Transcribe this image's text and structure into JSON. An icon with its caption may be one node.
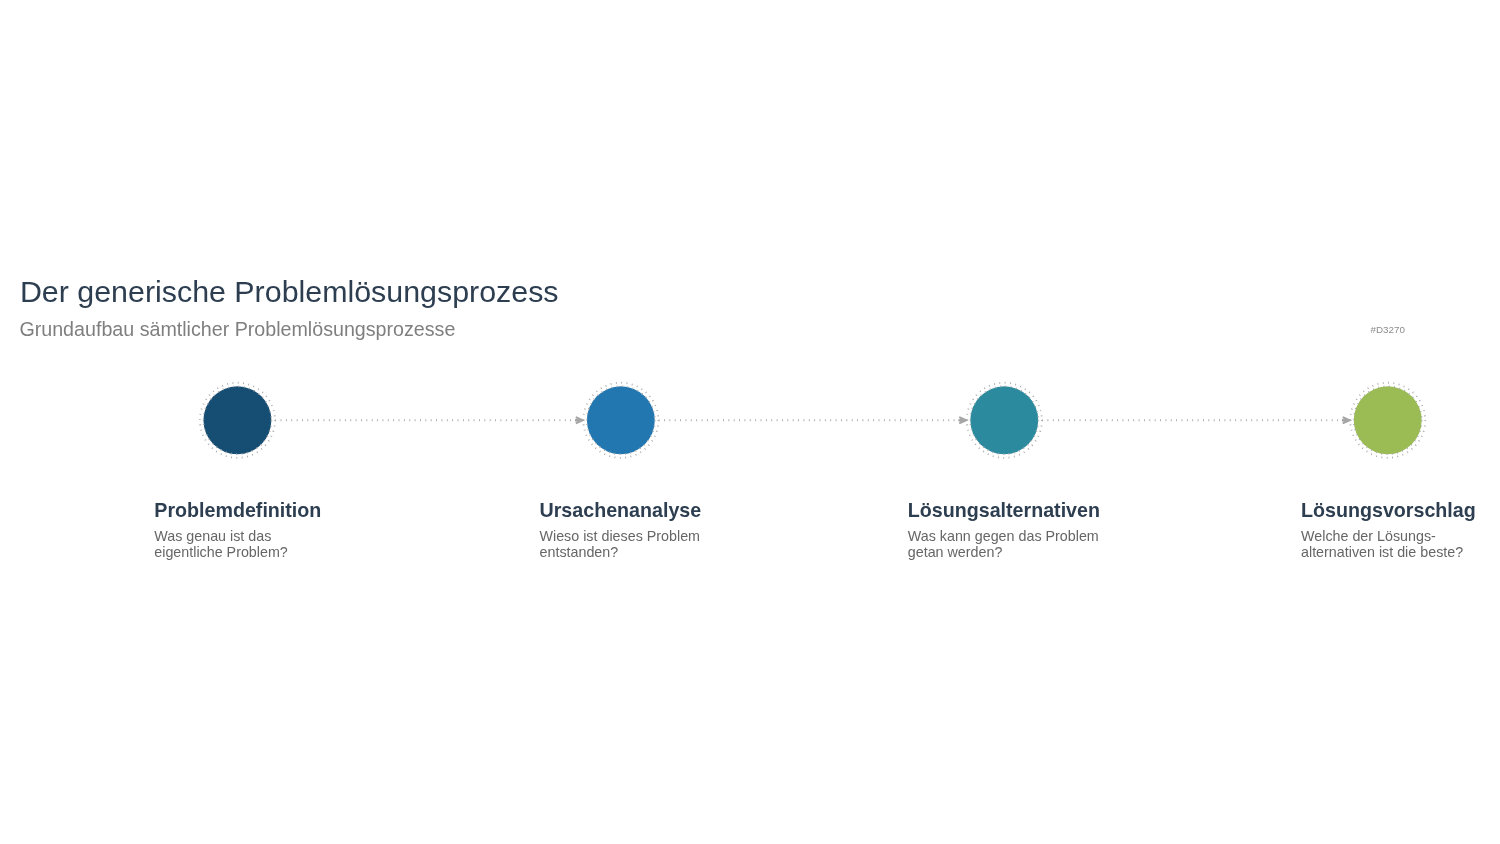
{
  "diagram": {
    "title": "Der generische Problemlösungsprozess",
    "nodes": [
      {
        "text": [],
        "shape": "circle",
        "beside": [
          "Problemdefinition",
          "Was genau ist das eigentliche Problem?"
        ]
      },
      {
        "text": [],
        "shape": "circle",
        "beside": [
          "Ursachenanalyse",
          "Wieso ist dieses Problem entstanden?"
        ]
      },
      {
        "text": [],
        "shape": "circle",
        "beside": [
          "Lösungsalternativen",
          "Was kann gegen das Problem getan werden?"
        ]
      },
      {
        "text": [],
        "shape": "circle",
        "beside": [
          "Lösungsvorschlag",
          "Welche der Lösungs- alternativen ist die beste?"
        ]
      }
    ],
    "edges": [
      {
        "from": 0,
        "to": 1,
        "arrow": "to",
        "style": "dashed"
      },
      {
        "from": 1,
        "to": 2,
        "arrow": "to",
        "style": "dashed"
      },
      {
        "from": 2,
        "to": 3,
        "arrow": "to",
        "style": "dashed"
      }
    ],
    "labels": [
      "#D3270",
      "Grundaufbau sämtlicher Problemlösungsprozesse"
    ]
  }
}
